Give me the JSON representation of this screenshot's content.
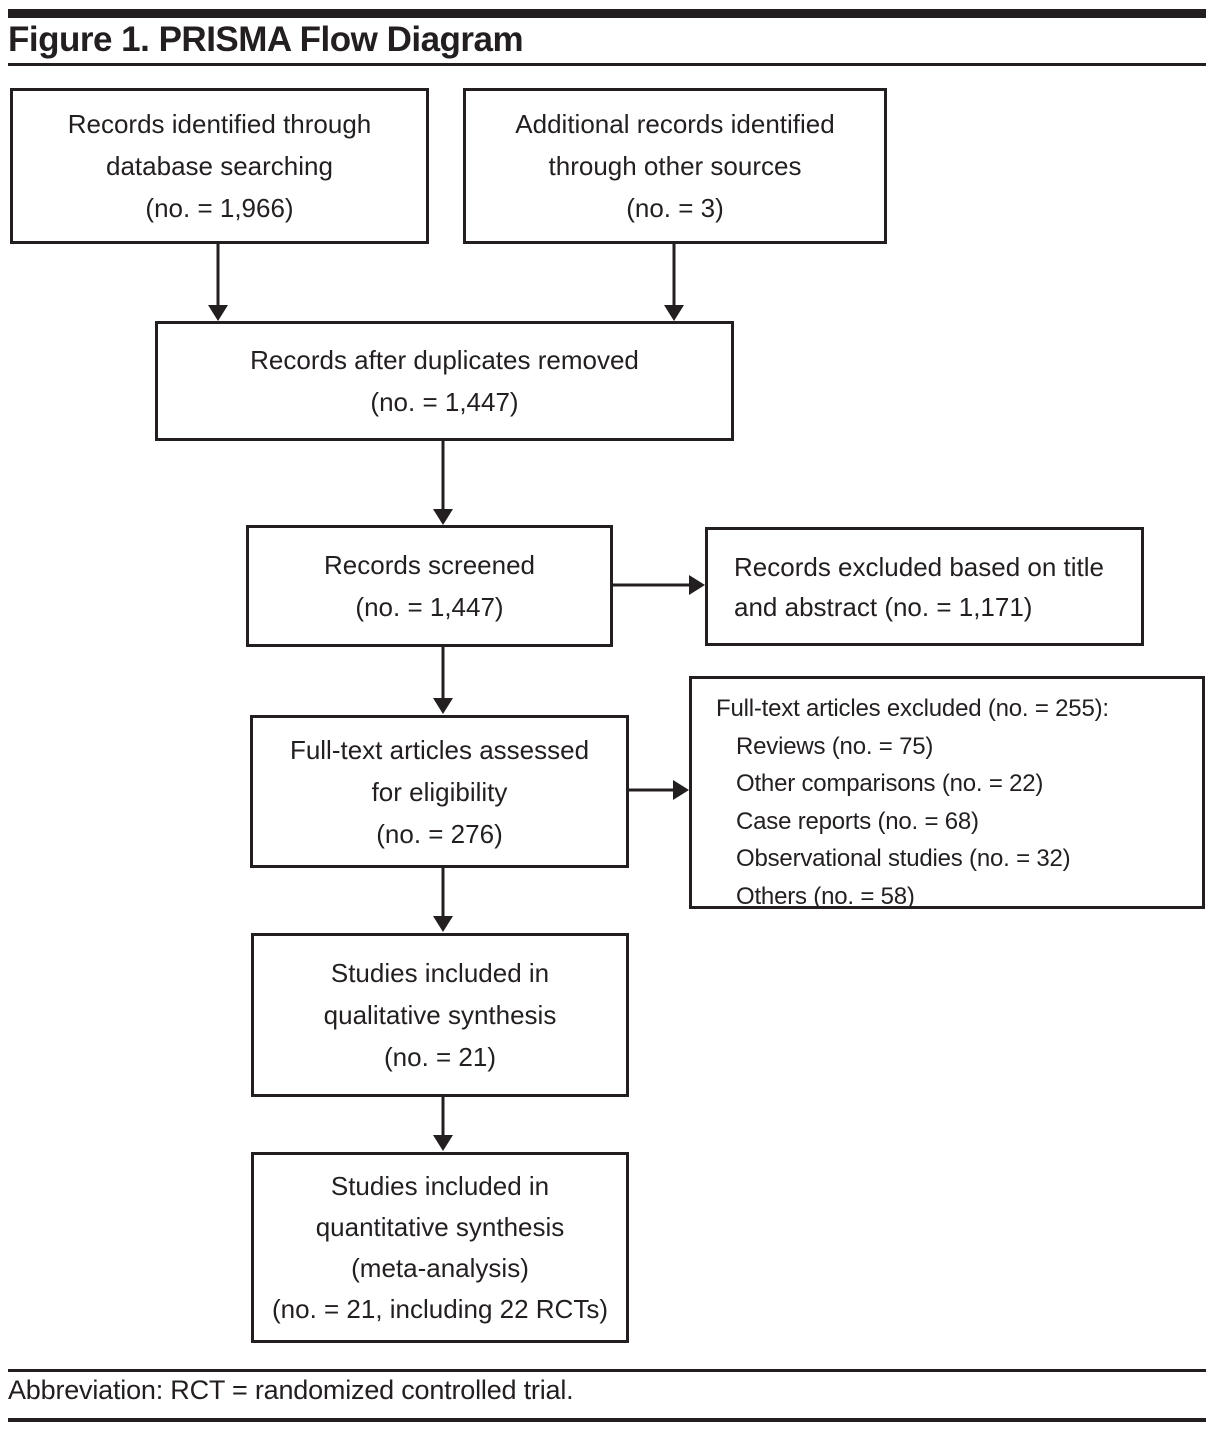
{
  "figure": {
    "title": "Figure 1. PRISMA Flow Diagram",
    "footnote": "Abbreviation: RCT = randomized controlled trial."
  },
  "nodes": {
    "identified": {
      "lines": [
        "Records identified through",
        "database searching",
        "(no. = 1,966)"
      ]
    },
    "additional": {
      "lines": [
        "Additional records identified",
        "through other sources",
        "(no. = 3)"
      ]
    },
    "deduplicated": {
      "lines": [
        "Records after duplicates removed",
        "(no. = 1,447)"
      ]
    },
    "screened": {
      "lines": [
        "Records screened",
        "(no. = 1,447)"
      ]
    },
    "excluded_screening": {
      "lines": [
        "Records excluded based on title",
        "and abstract (no. = 1,171)"
      ]
    },
    "fulltext_assessed": {
      "lines": [
        "Full-text articles assessed",
        "for eligibility",
        "(no. = 276)"
      ]
    },
    "fulltext_excluded": {
      "header": "Full-text articles excluded (no. = 255):",
      "items": [
        "Reviews (no. = 75)",
        "Other comparisons (no. = 22)",
        "Case reports (no. = 68)",
        "Observational studies (no. = 32)",
        "Others (no. = 58)"
      ]
    },
    "qualitative": {
      "lines": [
        "Studies included in",
        "qualitative synthesis",
        "(no. = 21)"
      ]
    },
    "quantitative": {
      "lines": [
        "Studies included in",
        "quantitative synthesis",
        "(meta-analysis)",
        "(no. = 21, including 22 RCTs)"
      ]
    }
  },
  "colors": {
    "ink": "#231f20",
    "paper": "#ffffff"
  }
}
